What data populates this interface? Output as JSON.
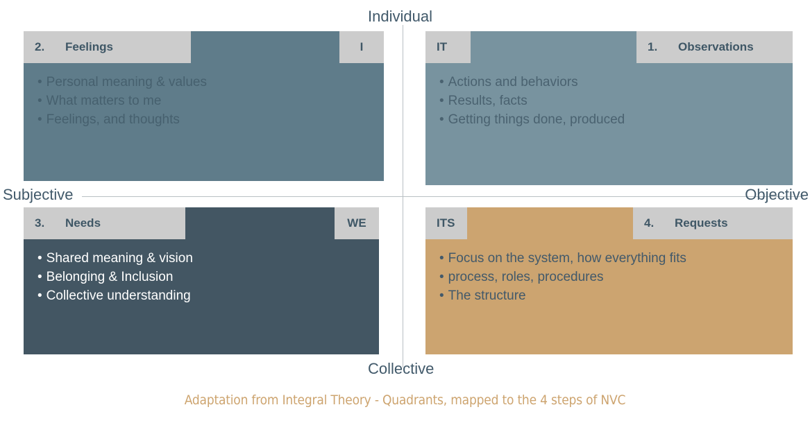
{
  "axes": {
    "top": "Individual",
    "bottom": "Collective",
    "left": "Subjective",
    "right": "Objective"
  },
  "quadrants": {
    "upper_left": {
      "number": "2.",
      "title": "Feelings",
      "pronoun": "I",
      "bullets": [
        "Personal meaning & values",
        "What matters to me",
        "Feelings, and thoughts"
      ],
      "body_color": "#5f7c8a",
      "tag_color": "#cccccc"
    },
    "upper_right": {
      "number": "1.",
      "title": "Observations",
      "pronoun": "IT",
      "bullets": [
        "Actions and behaviors",
        "Results, facts",
        "Getting things done, produced"
      ],
      "body_color": "#78939f",
      "tag_color": "#cccccc"
    },
    "lower_left": {
      "number": "3.",
      "title": "Needs",
      "pronoun": "WE",
      "bullets": [
        "Shared meaning & vision",
        "Belonging & Inclusion",
        "Collective understanding"
      ],
      "body_color": "#435663",
      "tag_color": "#cccccc"
    },
    "lower_right": {
      "number": "4.",
      "title": "Requests",
      "pronoun": "ITS",
      "bullets": [
        "Focus on the system, how everything fits",
        "process, roles, procedures",
        "The structure"
      ],
      "body_color": "#cca470",
      "tag_color": "#cccccc"
    }
  },
  "caption": "Adaptation from Integral Theory - Quadrants, mapped to the 4 steps of NVC",
  "bullet_glyph": "•"
}
